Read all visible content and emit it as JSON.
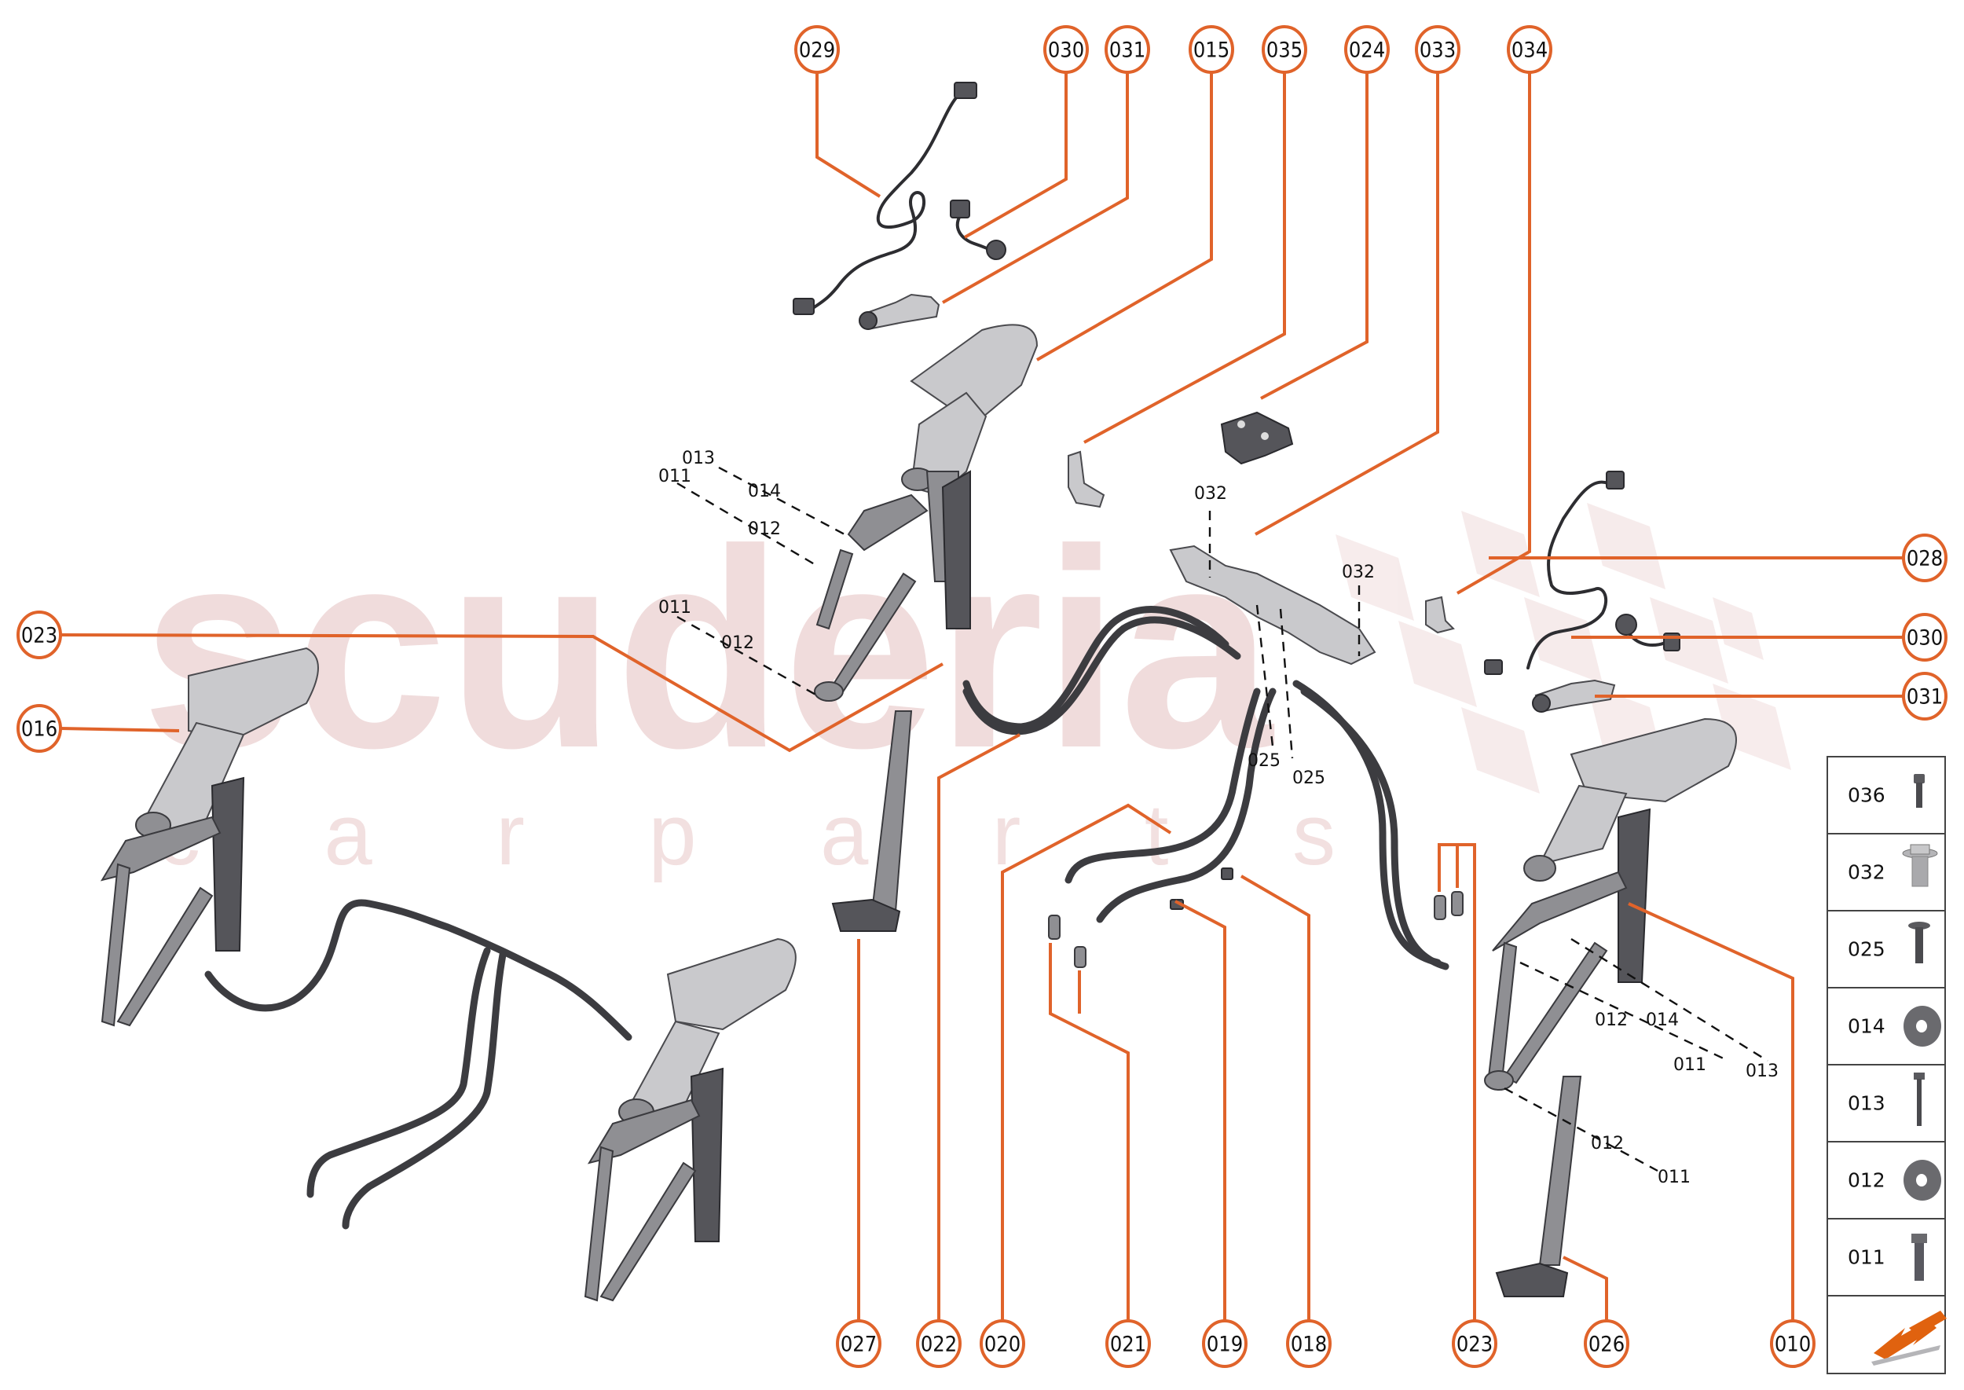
{
  "diagram": {
    "title": "Exploded parts diagram - suspension frames, hydraulic lines and wiring",
    "watermark": {
      "main": "scuderia",
      "sub": "c a r   p a r t s"
    },
    "colors": {
      "callout": "#e0632a",
      "label": "#111111",
      "watermark": "#f0dcdc"
    }
  },
  "callouts": {
    "top": [
      "029",
      "030",
      "031",
      "015",
      "035",
      "024",
      "033",
      "034"
    ],
    "right": [
      "028",
      "030",
      "031"
    ],
    "left": [
      "023",
      "016"
    ],
    "bottom": [
      "027",
      "022",
      "020",
      "021",
      "019",
      "018",
      "023",
      "026",
      "010"
    ]
  },
  "fastener_labels": {
    "upper_left_frame": [
      "013",
      "011",
      "014",
      "012",
      "011",
      "012"
    ],
    "bracket": [
      "032",
      "032",
      "025",
      "025"
    ],
    "lower_right_frame": [
      "012",
      "014",
      "011",
      "013",
      "012",
      "011"
    ]
  },
  "legend": {
    "items": [
      {
        "code": "036",
        "icon": "socket-cap-screw-icon"
      },
      {
        "code": "032",
        "icon": "flange-bolt-icon"
      },
      {
        "code": "025",
        "icon": "button-head-bolt-icon"
      },
      {
        "code": "014",
        "icon": "washer-icon"
      },
      {
        "code": "013",
        "icon": "long-hex-bolt-icon"
      },
      {
        "code": "012",
        "icon": "washer-icon"
      },
      {
        "code": "011",
        "icon": "hex-flange-bolt-icon"
      }
    ],
    "footer_icon": "orange-direction-arrow-icon"
  }
}
